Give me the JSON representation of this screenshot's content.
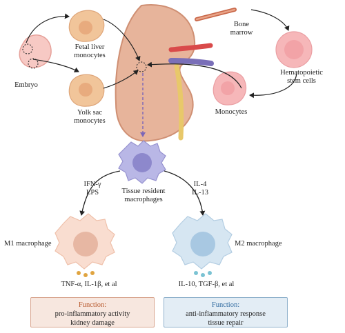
{
  "labels": {
    "embryo": "Embryo",
    "fetal_liver_line1": "Fetal liver",
    "fetal_liver_line2": "monocytes",
    "yolk_sac_line1": "Yolk sac",
    "yolk_sac_line2": "monocytes",
    "bone_marrow_line1": "Bone",
    "bone_marrow_line2": "marrow",
    "hsc_line1": "Hematopoietic",
    "hsc_line2": "stem cells",
    "monocytes": "Monocytes",
    "ifn_gamma": "IFN-γ",
    "lps": "LPS",
    "il4": "IL-4",
    "il13": "IL-13",
    "trm_line1": "Tissue resident",
    "trm_line2": "macrophages",
    "m1": "M1 macrophage",
    "m2": "M2 macrophage",
    "m1_cytokines": "TNF-α, IL-1β, et al",
    "m2_cytokines": "IL-10, TGF-β, et al"
  },
  "function_boxes": {
    "m1": {
      "title": "Function:",
      "line1": "pro-inflammatory activity",
      "line2": "kidney damage"
    },
    "m2": {
      "title": "Function:",
      "line1": "anti-inflammatory response",
      "line2": "tissue repair"
    }
  },
  "colors": {
    "kidney": "#e7b49b",
    "kidney_outline": "#cf8f73",
    "ureter": "#e8c86a",
    "artery": "#d94a4a",
    "vein": "#7a6fb8",
    "fetal_cell": "#f1c59a",
    "hsc_cell": "#f6b7b9",
    "trm_cell": "#b9b7e6",
    "m1_cell": "#f9ddd0",
    "m2_cell": "#d6e6f2",
    "m1_dots": "#e0a440",
    "m2_dots": "#7bc3d3",
    "dashed_arrow": "#7b66b8"
  }
}
